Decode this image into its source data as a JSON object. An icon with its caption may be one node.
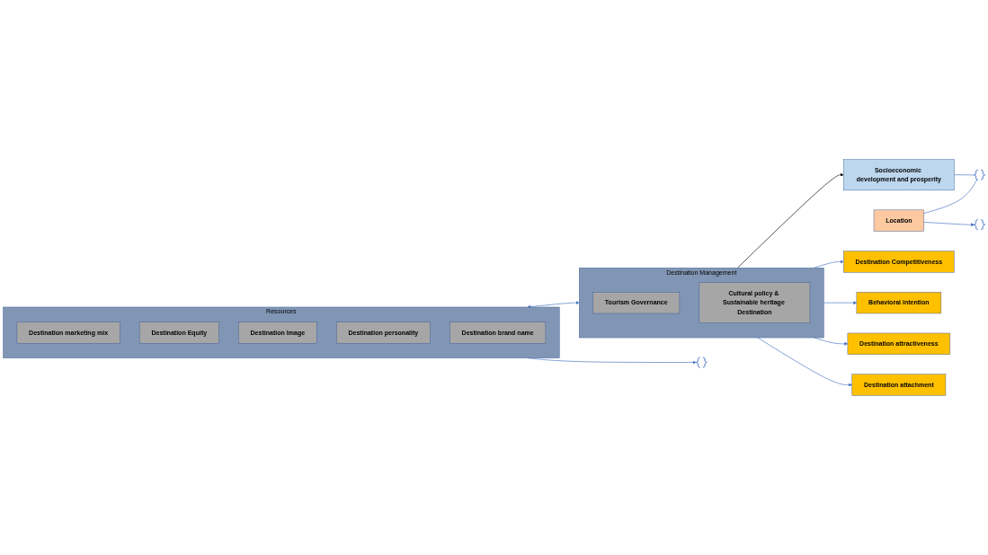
{
  "diagram": {
    "nodes": [
      {
        "text": [
          "Resources"
        ]
      },
      {
        "text": [
          "Destination marketing mix"
        ],
        "in": 0
      },
      {
        "text": [
          "Destination Equity"
        ],
        "in": 0
      },
      {
        "text": [
          "Destination Image"
        ],
        "in": 0
      },
      {
        "text": [
          "Destination personality"
        ],
        "in": 0
      },
      {
        "text": [
          "Destination brand name"
        ],
        "in": 0
      },
      {
        "text": [
          "Destination Management"
        ]
      },
      {
        "text": [
          "Tourism Governance"
        ],
        "in": 6
      },
      {
        "text": [
          "Cultural policy & Sustainable heritage Destination"
        ],
        "in": 6
      },
      {
        "text": [
          "Socioeconomic development and prosperity"
        ]
      },
      {
        "text": [
          "Location"
        ]
      },
      {
        "text": [
          "Destination Competitiveness"
        ]
      },
      {
        "text": [
          "Behavioral intention"
        ]
      },
      {
        "text": [
          "Destination attractiveness"
        ]
      },
      {
        "text": [
          "Destination attachment"
        ]
      },
      {
        "text": [],
        "shape": "brace"
      },
      {
        "text": [],
        "shape": "brace"
      },
      {
        "text": [],
        "shape": "brace"
      }
    ],
    "edges": [
      {
        "from": 0,
        "to": 6,
        "arrow": "both"
      },
      {
        "from": 6,
        "to": 9,
        "arrow": "to",
        "color": "#000000"
      },
      {
        "from": 6,
        "to": 11,
        "arrow": "to"
      },
      {
        "from": 6,
        "to": 12,
        "arrow": "to"
      },
      {
        "from": 6,
        "to": 13,
        "arrow": "to"
      },
      {
        "from": 6,
        "to": 14,
        "arrow": "to"
      },
      {
        "from": 0,
        "to": 15,
        "arrow": "to"
      },
      {
        "from": 10,
        "to": 17,
        "arrow": "to"
      },
      {
        "from": 9,
        "to": 16,
        "arrow": "none"
      },
      {
        "from": 10,
        "to": 16,
        "arrow": "none"
      }
    ]
  }
}
